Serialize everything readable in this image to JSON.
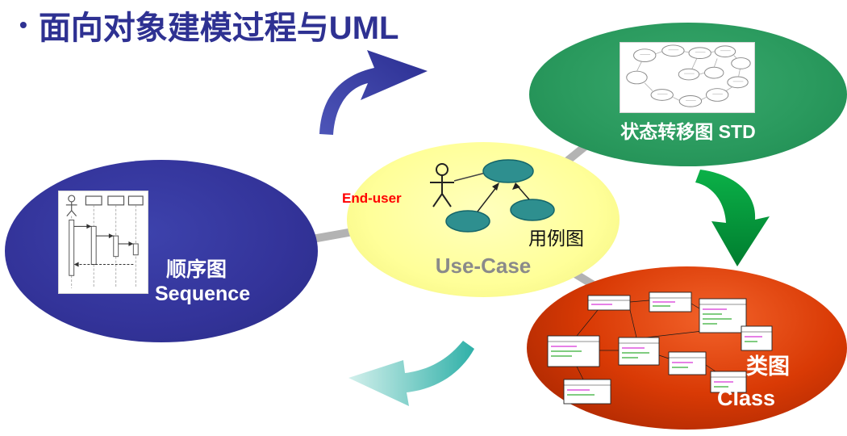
{
  "title": {
    "bullet": "•",
    "text": "面向对象建模过程与UML"
  },
  "nodes": {
    "std": {
      "label": "状态转移图 STD",
      "color": "#2a9a5e"
    },
    "usecase": {
      "label": "Use-Case",
      "caption": "用例图",
      "annotation": "End-user",
      "color": "#ffff99"
    },
    "sequence": {
      "label_cn": "顺序图",
      "label_en": "Sequence",
      "color": "#333399"
    },
    "class": {
      "label_cn": "类图",
      "label_en": "Class",
      "color": "#d93a05"
    }
  },
  "colors": {
    "title_text": "#2e3192",
    "arrow_blue": "#3a3e9e",
    "arrow_green": "#00a33a",
    "arrow_teal": "#2fb0a8",
    "connector_gray": "#b3b3b3",
    "usecase_oval": "#2e8f8f",
    "annotation_red": "#ff0000"
  }
}
